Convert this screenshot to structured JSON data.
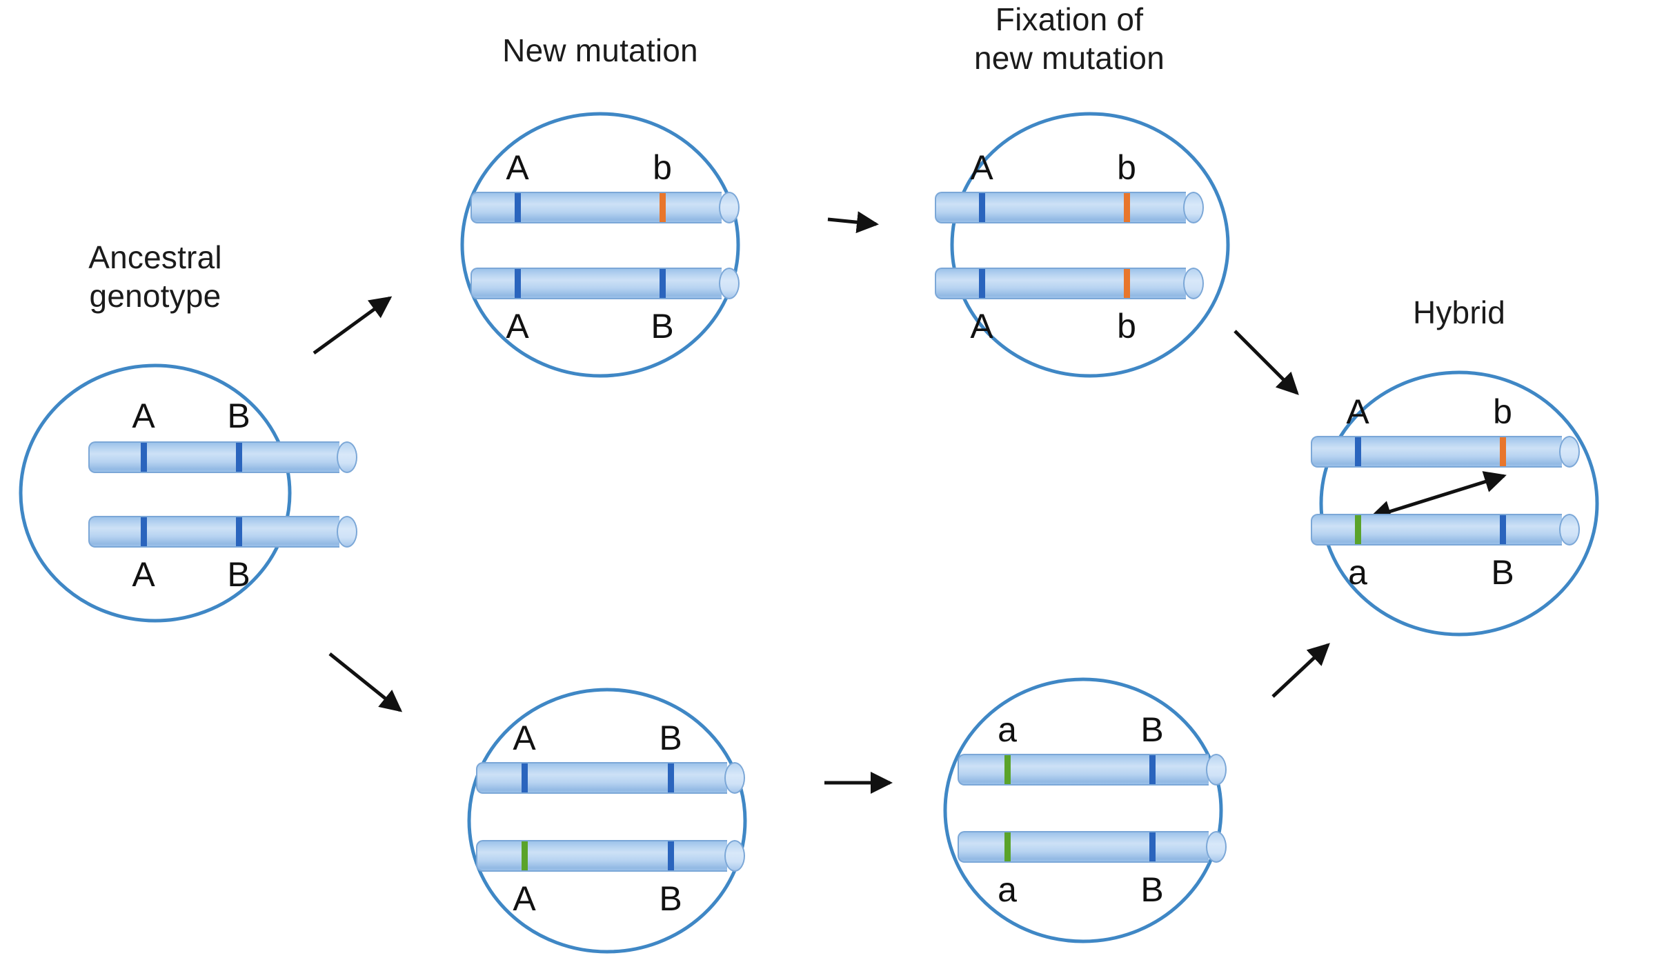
{
  "diagram": {
    "title_texts": {
      "ancestral": "Ancestral\ngenotype",
      "new_mutation": "New mutation",
      "fixation": "Fixation of\nnew mutation",
      "hybrid": "Hybrid"
    },
    "colors": {
      "cell_outline": "#3f87c5",
      "chromosome_fill": "#b3d1f0",
      "chromosome_outline": "#7ba7d7",
      "band_ancestral": "#2a64bd",
      "band_mutation_orange": "#e8762c",
      "band_mutation_green": "#5aa32a",
      "arrow": "#111111",
      "text": "#1a1a1a",
      "background": "#ffffff"
    },
    "cells": [
      {
        "id": "ancestral",
        "title": "Ancestral\ngenotype",
        "chromosomes": [
          {
            "id": "ancestral-top",
            "bands": [
              {
                "locus": "A",
                "color": "band_ancestral",
                "label": "A",
                "label_position": "above"
              },
              {
                "locus": "B",
                "color": "band_ancestral",
                "label": "B",
                "label_position": "above"
              }
            ]
          },
          {
            "id": "ancestral-bottom",
            "bands": [
              {
                "locus": "A",
                "color": "band_ancestral",
                "label": "A",
                "label_position": "below"
              },
              {
                "locus": "B",
                "color": "band_ancestral",
                "label": "B",
                "label_position": "below"
              }
            ]
          }
        ]
      },
      {
        "id": "new-mutation",
        "title": "New mutation",
        "chromosomes": [
          {
            "id": "new-mutation-top",
            "bands": [
              {
                "locus": "A",
                "color": "band_ancestral",
                "label": "A",
                "label_position": "above"
              },
              {
                "locus": "B",
                "color": "band_mutation_orange",
                "label": "b",
                "label_position": "above"
              }
            ]
          },
          {
            "id": "new-mutation-bottom",
            "bands": [
              {
                "locus": "A",
                "color": "band_ancestral",
                "label": "A",
                "label_position": "below"
              },
              {
                "locus": "B",
                "color": "band_ancestral",
                "label": "B",
                "label_position": "below"
              }
            ]
          }
        ]
      },
      {
        "id": "fixation",
        "title": "Fixation of\nnew mutation",
        "chromosomes": [
          {
            "id": "fixation-top",
            "bands": [
              {
                "locus": "A",
                "color": "band_ancestral",
                "label": "A",
                "label_position": "above"
              },
              {
                "locus": "B",
                "color": "band_mutation_orange",
                "label": "b",
                "label_position": "above"
              }
            ]
          },
          {
            "id": "fixation-bottom",
            "bands": [
              {
                "locus": "A",
                "color": "band_ancestral",
                "label": "A",
                "label_position": "below"
              },
              {
                "locus": "B",
                "color": "band_mutation_orange",
                "label": "b",
                "label_position": "below"
              }
            ]
          }
        ]
      },
      {
        "id": "lower-new-mutation",
        "title": "",
        "chromosomes": [
          {
            "id": "lower-new-mutation-top",
            "bands": [
              {
                "locus": "A",
                "color": "band_ancestral",
                "label": "A",
                "label_position": "above"
              },
              {
                "locus": "B",
                "color": "band_ancestral",
                "label": "B",
                "label_position": "above"
              }
            ]
          },
          {
            "id": "lower-new-mutation-bottom",
            "bands": [
              {
                "locus": "A",
                "color": "band_mutation_green",
                "label": "A",
                "label_position": "below"
              },
              {
                "locus": "B",
                "color": "band_ancestral",
                "label": "B",
                "label_position": "below"
              }
            ]
          }
        ]
      },
      {
        "id": "lower-fixation",
        "title": "",
        "chromosomes": [
          {
            "id": "lower-fixation-top",
            "bands": [
              {
                "locus": "A",
                "color": "band_mutation_green",
                "label": "a",
                "label_position": "above"
              },
              {
                "locus": "B",
                "color": "band_ancestral",
                "label": "B",
                "label_position": "above"
              }
            ]
          },
          {
            "id": "lower-fixation-bottom",
            "bands": [
              {
                "locus": "A",
                "color": "band_mutation_green",
                "label": "a",
                "label_position": "below"
              },
              {
                "locus": "B",
                "color": "band_ancestral",
                "label": "B",
                "label_position": "below"
              }
            ]
          }
        ]
      },
      {
        "id": "hybrid",
        "title": "Hybrid",
        "chromosomes": [
          {
            "id": "hybrid-top",
            "bands": [
              {
                "locus": "A",
                "color": "band_ancestral",
                "label": "A",
                "label_position": "above"
              },
              {
                "locus": "B",
                "color": "band_mutation_orange",
                "label": "b",
                "label_position": "above"
              }
            ]
          },
          {
            "id": "hybrid-bottom",
            "bands": [
              {
                "locus": "A",
                "color": "band_mutation_green",
                "label": "a",
                "label_position": "below"
              },
              {
                "locus": "B",
                "color": "band_ancestral",
                "label": "B",
                "label_position": "below"
              }
            ]
          }
        ],
        "interaction_arrow": "double-headed incompatibility arrow between a and b"
      }
    ],
    "labels": {
      "A_upper": "A",
      "A_lower": "a",
      "B_upper": "B",
      "B_lower": "b"
    },
    "flow_arrows": [
      {
        "id": "ancestral-to-new-mutation",
        "from": "ancestral",
        "to": "new-mutation"
      },
      {
        "id": "new-mutation-to-fixation",
        "from": "new-mutation",
        "to": "fixation"
      },
      {
        "id": "fixation-to-hybrid",
        "from": "fixation",
        "to": "hybrid"
      },
      {
        "id": "ancestral-to-lower-new-mutation",
        "from": "ancestral",
        "to": "lower-new-mutation"
      },
      {
        "id": "lower-new-mutation-to-lower-fixation",
        "from": "lower-new-mutation",
        "to": "lower-fixation"
      },
      {
        "id": "lower-fixation-to-hybrid",
        "from": "lower-fixation",
        "to": "hybrid"
      }
    ]
  }
}
